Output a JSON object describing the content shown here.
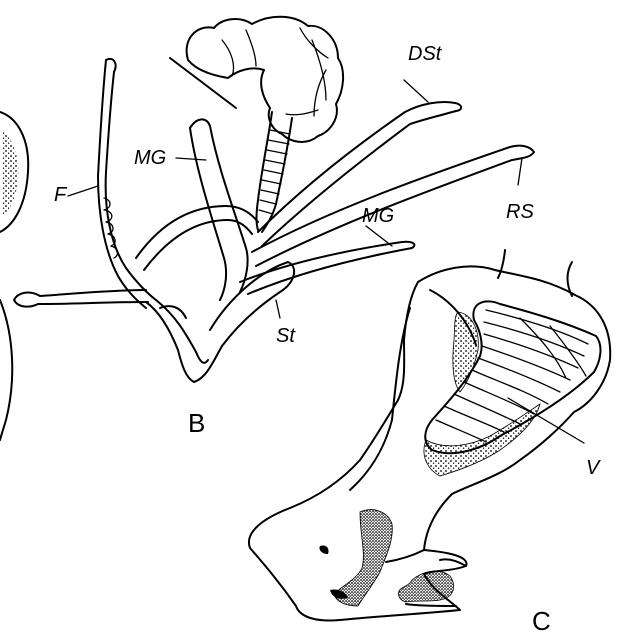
{
  "figure": {
    "panel_labels": {
      "b": "B",
      "c": "C"
    },
    "labels": {
      "dst": "DSt",
      "mg_upper": "MG",
      "mg_lower": "MG",
      "f": "F",
      "rs": "RS",
      "st": "St",
      "v": "V"
    },
    "colors": {
      "ink": "#000000",
      "background": "#ffffff"
    }
  }
}
